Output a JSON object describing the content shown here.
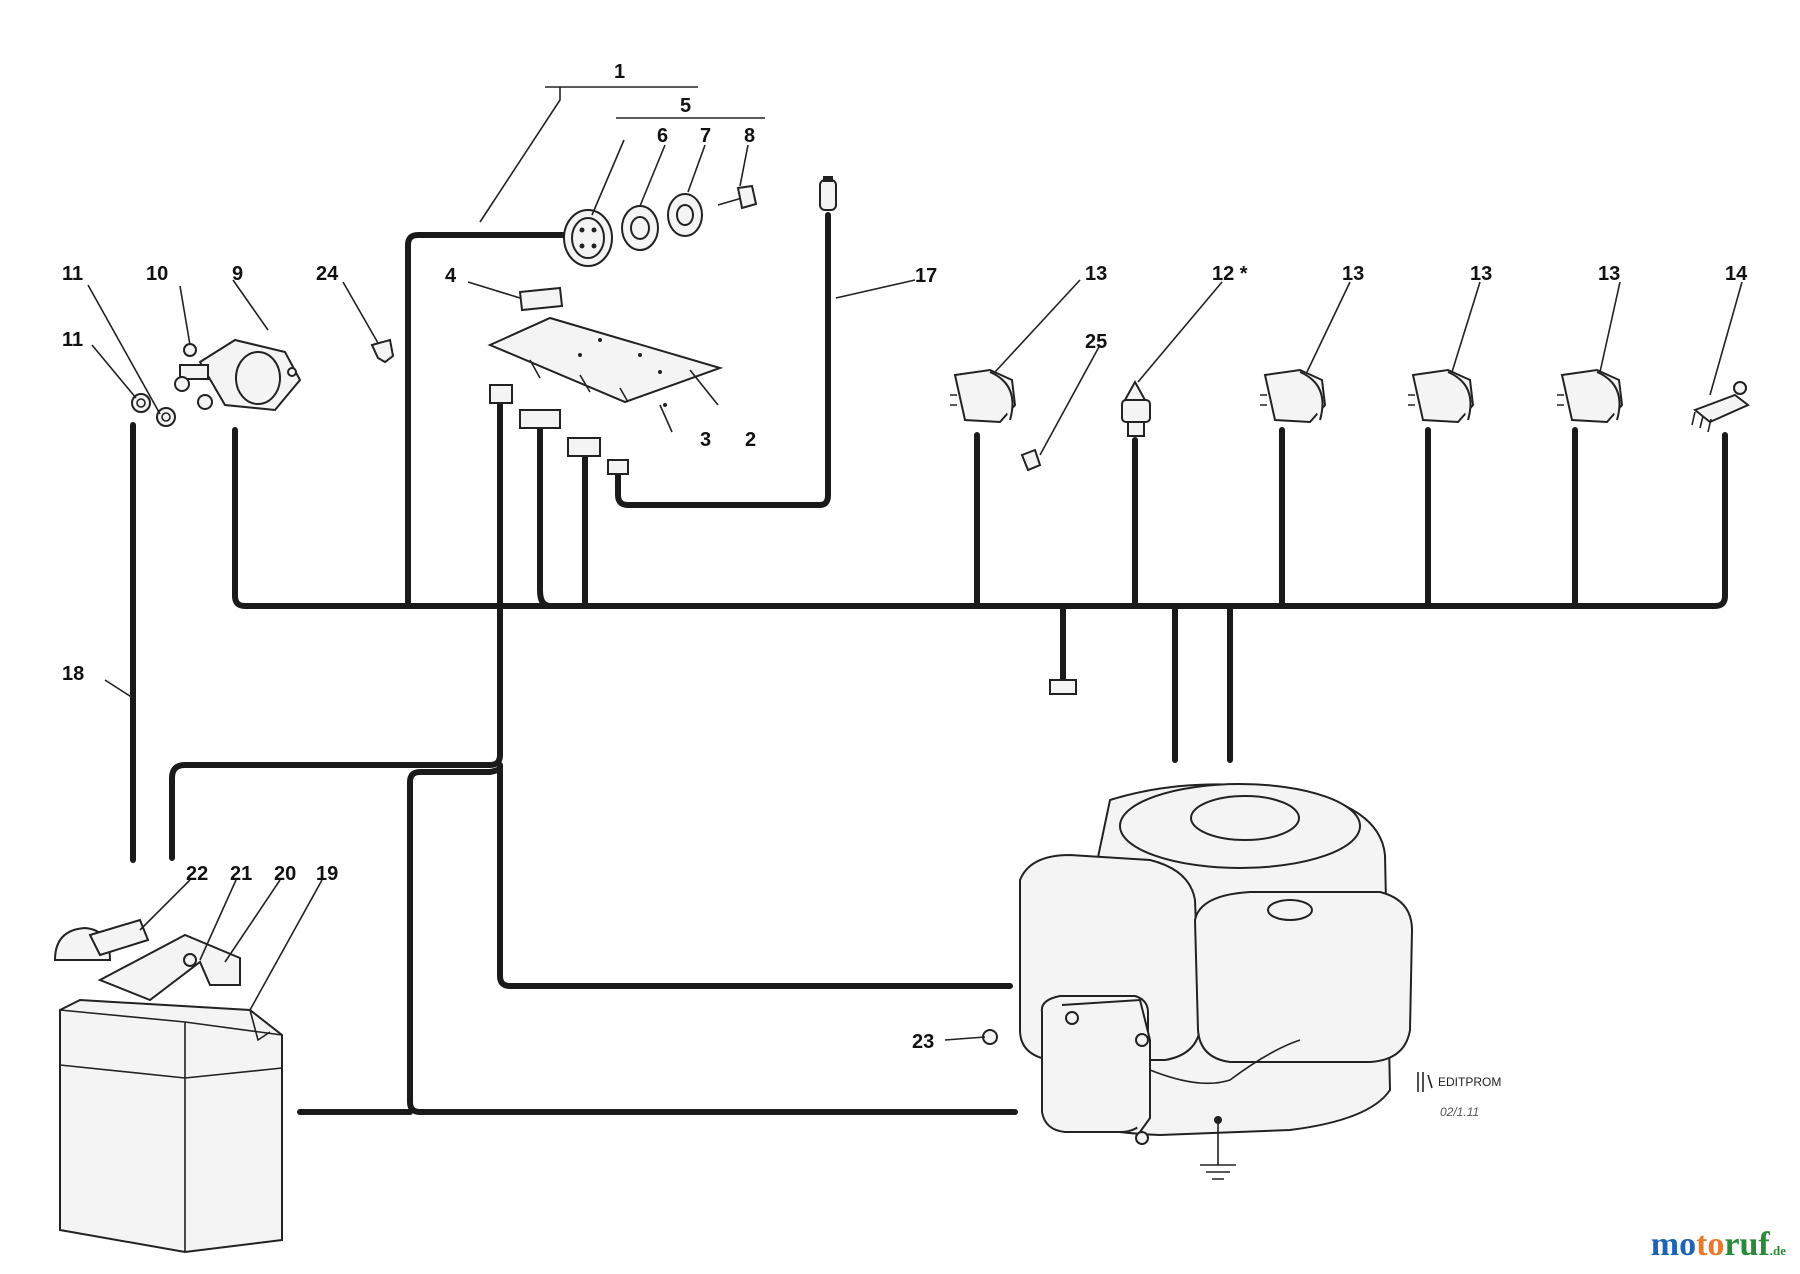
{
  "callouts": {
    "n1": "1",
    "n2": "2",
    "n3": "3",
    "n4": "4",
    "n5": "5",
    "n6": "6",
    "n7": "7",
    "n8": "8",
    "n9": "9",
    "n10": "10",
    "n11a": "11",
    "n11b": "11",
    "n12": "12 *",
    "n13a": "13",
    "n13b": "13",
    "n13c": "13",
    "n13d": "13",
    "n14": "14",
    "n17": "17",
    "n18": "18",
    "n19": "19",
    "n20": "20",
    "n21": "21",
    "n22": "22",
    "n23": "23",
    "n24": "24",
    "n25": "25"
  },
  "publisher_mark": "EDITPROM",
  "drawing_number": "02/1.11",
  "watermark": {
    "brand": "motoruf",
    "tld": ".de",
    "color_mo": "#1e63b5",
    "color_to": "#e8792a",
    "color_ruf": "#2a8a3a"
  }
}
